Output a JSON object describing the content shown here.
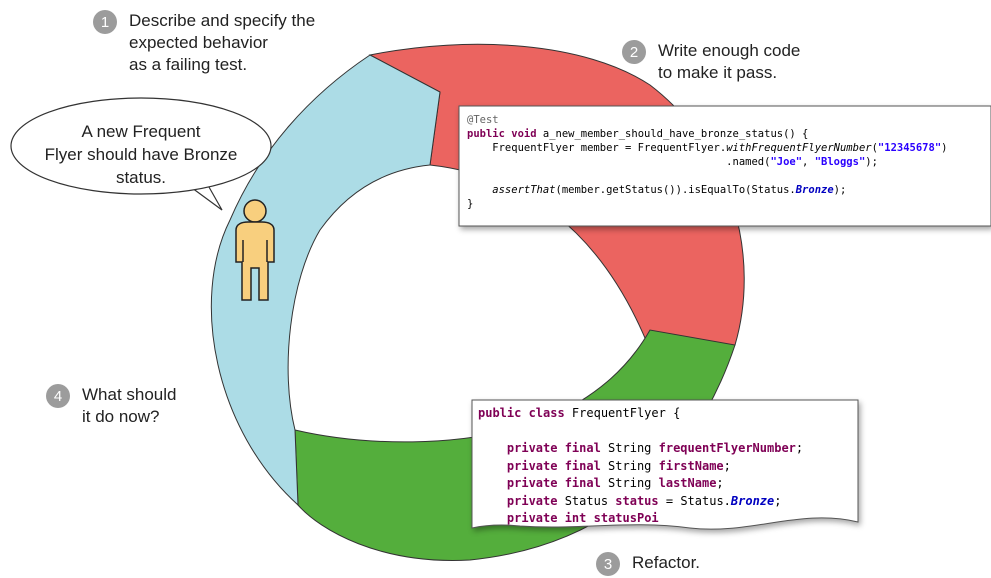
{
  "steps": [
    {
      "number": "1",
      "lines": [
        "Describe and specify the",
        "expected behavior",
        "as a failing test."
      ]
    },
    {
      "number": "2",
      "lines": [
        "Write enough code",
        "to make it pass."
      ]
    },
    {
      "number": "3",
      "lines": [
        "Refactor."
      ]
    },
    {
      "number": "4",
      "lines": [
        "What should",
        "it do now?"
      ]
    }
  ],
  "speech_bubble": {
    "lines": [
      "A new Frequent",
      "Flyer should have Bronze",
      "status."
    ]
  },
  "test_code": {
    "annotation": "@Test",
    "line1_kw": "public void",
    "line1_rest": " a_new_member_should_have_bronze_status() {",
    "line2_pre": "    FrequentFlyer member = FrequentFlyer.",
    "line2_method": "withFrequentFlyerNumber",
    "line2_paren": "(",
    "line2_str": "\"12345678\"",
    "line2_end": ")",
    "line3_pre": "                                         .named(",
    "line3_str1": "\"Joe\"",
    "line3_mid": ", ",
    "line3_str2": "\"Bloggs\"",
    "line3_end": ");",
    "line5_method": "    assertThat",
    "line5_mid": "(member.getStatus()).isEqualTo(Status.",
    "line5_const": "Bronze",
    "line5_end": ");",
    "close": "}"
  },
  "class_code": {
    "header_kw": "public class",
    "header_rest": " FrequentFlyer {",
    "fields": [
      {
        "mods": "private final",
        "type": " String ",
        "name": "frequentFlyerNumber",
        "end": ";"
      },
      {
        "mods": "private final",
        "type": " String ",
        "name": "firstName",
        "end": ";"
      },
      {
        "mods": "private final",
        "type": " String ",
        "name": "lastName",
        "end": ";"
      }
    ],
    "status_kw": "private",
    "status_mid": " Status ",
    "status_name": "status",
    "status_eq": " = Status.",
    "status_const": "Bronze",
    "status_end": ";",
    "last_kw": "private int",
    "last_name": " statusPoi"
  },
  "colors": {
    "red": "#eb6460",
    "green": "#54ae3c",
    "blue": "#acdce6",
    "figure": "#f8cf7e",
    "badge": "#9c9c9c"
  }
}
